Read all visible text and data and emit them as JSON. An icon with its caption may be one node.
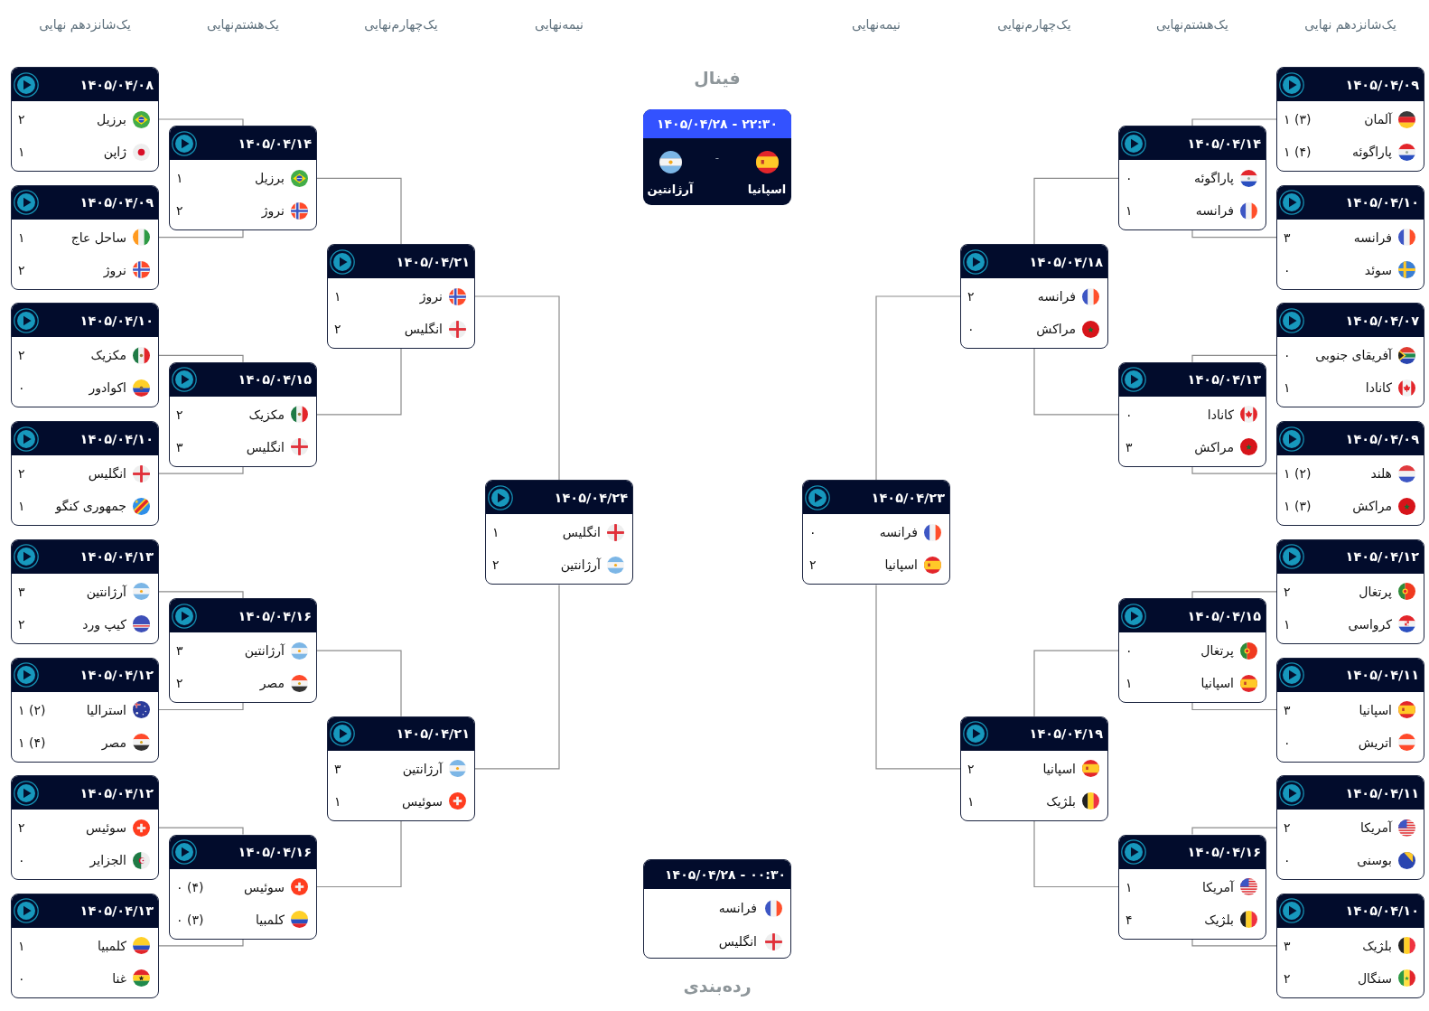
{
  "diagram": {
    "nodes": [
      {
        "text": [
          "۱۴۰۵/۰۴/۰۹",
          "آلمان",
          "۱ (۳)",
          "پاراگوئه",
          "۱ (۴)"
        ]
      },
      {
        "text": [
          "۱۴۰۵/۰۴/۱۰",
          "فرانسه",
          "۳",
          "سوئد",
          "۰"
        ]
      },
      {
        "text": [
          "۱۴۰۵/۰۴/۰۷",
          "آفریقای جنوبی",
          "۰",
          "کانادا",
          "۱"
        ]
      },
      {
        "text": [
          "۱۴۰۵/۰۴/۰۹",
          "هلند",
          "۱ (۲)",
          "مراکش",
          "۱ (۳)"
        ]
      },
      {
        "text": [
          "۱۴۰۵/۰۴/۱۲",
          "پرتغال",
          "۲",
          "کرواسی",
          "۱"
        ]
      },
      {
        "text": [
          "۱۴۰۵/۰۴/۱۱",
          "اسپانیا",
          "۳",
          "اتریش",
          "۰"
        ]
      },
      {
        "text": [
          "۱۴۰۵/۰۴/۱۱",
          "آمریکا",
          "۲",
          "بوسنی",
          "۰"
        ]
      },
      {
        "text": [
          "۱۴۰۵/۰۴/۱۰",
          "بلژیک",
          "۳",
          "سنگال",
          "۲"
        ]
      },
      {
        "text": [
          "۱۴۰۵/۰۴/۱۴",
          "پاراگوئه",
          "۰",
          "فرانسه",
          "۱"
        ]
      },
      {
        "text": [
          "۱۴۰۵/۰۴/۱۳",
          "کانادا",
          "۰",
          "مراکش",
          "۳"
        ]
      },
      {
        "text": [
          "۱۴۰۵/۰۴/۱۵",
          "پرتغال",
          "۰",
          "اسپانیا",
          "۱"
        ]
      },
      {
        "text": [
          "۱۴۰۵/۰۴/۱۶",
          "آمریکا",
          "۱",
          "بلژیک",
          "۴"
        ]
      },
      {
        "text": [
          "۱۴۰۵/۰۴/۱۸",
          "فرانسه",
          "۲",
          "مراکش",
          "۰"
        ]
      },
      {
        "text": [
          "۱۴۰۵/۰۴/۱۹",
          "اسپانیا",
          "۲",
          "بلژیک",
          "۱"
        ]
      },
      {
        "text": [
          "۱۴۰۵/۰۴/۲۳",
          "فرانسه",
          "۰",
          "اسپانیا",
          "۲"
        ]
      },
      {
        "text": [
          "فینال",
          "۱۴۰۵/۰۴/۲۸ - ۲۲:۳۰",
          "اسپانیا",
          "-",
          "آرژانتین"
        ]
      },
      {
        "text": [
          "۱۴۰۵/۰۴/۲۸ - ۰۰:۳۰",
          "فرانسه",
          "انگلیس"
        ],
        "beside": [
          "رده‌بندی"
        ]
      },
      {
        "text": [
          "۱۴۰۵/۰۴/۲۴",
          "انگلیس",
          "۱",
          "آرژانتین",
          "۲"
        ]
      },
      {
        "text": [
          "۱۴۰۵/۰۴/۲۱",
          "نروژ",
          "۱",
          "انگلیس",
          "۲"
        ]
      },
      {
        "text": [
          "۱۴۰۵/۰۴/۲۱",
          "آرژانتین",
          "۳",
          "سوئیس",
          "۱"
        ]
      },
      {
        "text": [
          "۱۴۰۵/۰۴/۱۴",
          "برزیل",
          "۱",
          "نروژ",
          "۲"
        ]
      },
      {
        "text": [
          "۱۴۰۵/۰۴/۱۵",
          "مکزیک",
          "۲",
          "انگلیس",
          "۳"
        ]
      },
      {
        "text": [
          "۱۴۰۵/۰۴/۱۶",
          "آرژانتین",
          "۳",
          "مصر",
          "۲"
        ]
      },
      {
        "text": [
          "۱۴۰۵/۰۴/۱۶",
          "سوئیس",
          "۰ (۴)",
          "کلمبیا",
          "۰ (۳)"
        ]
      },
      {
        "text": [
          "۱۴۰۵/۰۴/۰۸",
          "برزیل",
          "۲",
          "ژاپن",
          "۱"
        ]
      },
      {
        "text": [
          "۱۴۰۵/۰۴/۰۹",
          "ساحل عاج",
          "۱",
          "نروژ",
          "۲"
        ]
      },
      {
        "text": [
          "۱۴۰۵/۰۴/۱۰",
          "مکزیک",
          "۲",
          "اکوادور",
          "۰"
        ]
      },
      {
        "text": [
          "۱۴۰۵/۰۴/۱۰",
          "انگلیس",
          "۲",
          "جمهوری کنگو",
          "۱"
        ]
      },
      {
        "text": [
          "۱۴۰۵/۰۴/۱۳",
          "آرژانتین",
          "۳",
          "کیپ ورد",
          "۲"
        ]
      },
      {
        "text": [
          "۱۴۰۵/۰۴/۱۲",
          "استرالیا",
          "۱ (۲)",
          "مصر",
          "۱ (۴)"
        ]
      },
      {
        "text": [
          "۱۴۰۵/۰۴/۱۲",
          "سوئیس",
          "۲",
          "الجزایر",
          "۰"
        ]
      },
      {
        "text": [
          "۱۴۰۵/۰۴/۱۳",
          "کلمبیا",
          "۱",
          "غنا",
          "۰"
        ]
      }
    ],
    "edges": [
      {
        "from": 0,
        "to": 8,
        "arrow": "none"
      },
      {
        "from": 1,
        "to": 8,
        "arrow": "none"
      },
      {
        "from": 2,
        "to": 9,
        "arrow": "none"
      },
      {
        "from": 3,
        "to": 9,
        "arrow": "none"
      },
      {
        "from": 4,
        "to": 10,
        "arrow": "none"
      },
      {
        "from": 5,
        "to": 10,
        "arrow": "none"
      },
      {
        "from": 6,
        "to": 11,
        "arrow": "none"
      },
      {
        "from": 7,
        "to": 11,
        "arrow": "none"
      },
      {
        "from": 8,
        "to": 12,
        "arrow": "none"
      },
      {
        "from": 9,
        "to": 12,
        "arrow": "none"
      },
      {
        "from": 10,
        "to": 13,
        "arrow": "none"
      },
      {
        "from": 11,
        "to": 13,
        "arrow": "none"
      },
      {
        "from": 12,
        "to": 14,
        "arrow": "none"
      },
      {
        "from": 13,
        "to": 14,
        "arrow": "none"
      },
      {
        "from": 18,
        "to": 17,
        "arrow": "none"
      },
      {
        "from": 19,
        "to": 17,
        "arrow": "none"
      },
      {
        "from": 20,
        "to": 18,
        "arrow": "none"
      },
      {
        "from": 21,
        "to": 18,
        "arrow": "none"
      },
      {
        "from": 22,
        "to": 19,
        "arrow": "none"
      },
      {
        "from": 23,
        "to": 19,
        "arrow": "none"
      },
      {
        "from": 24,
        "to": 20,
        "arrow": "none"
      },
      {
        "from": 25,
        "to": 20,
        "arrow": "none"
      },
      {
        "from": 26,
        "to": 21,
        "arrow": "none"
      },
      {
        "from": 27,
        "to": 21,
        "arrow": "none"
      },
      {
        "from": 28,
        "to": 22,
        "arrow": "none"
      },
      {
        "from": 29,
        "to": 22,
        "arrow": "none"
      },
      {
        "from": 30,
        "to": 23,
        "arrow": "none"
      },
      {
        "from": 31,
        "to": 23,
        "arrow": "none"
      }
    ],
    "labels": [
      "یک‌شانزدهم نهایی",
      "یک‌هشتم‌نهایی",
      "یک‌چهارم‌نهایی",
      "نیمه‌نهایی",
      "نیمه‌نهایی",
      "یک‌چهارم‌نهایی",
      "یک‌هشتم‌نهایی",
      "یک‌شانزدهم نهایی"
    ]
  }
}
